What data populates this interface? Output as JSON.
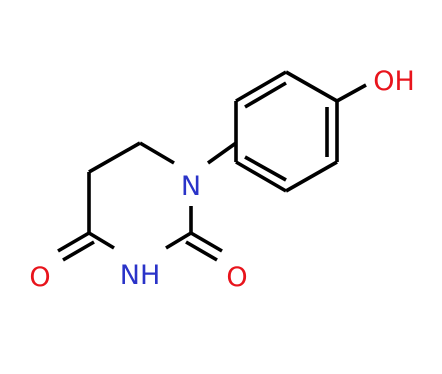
{
  "molecule": {
    "atoms": {
      "nitrogen_ring": "N",
      "nh": "NH",
      "oxygen_left": "O",
      "oxygen_right": "O",
      "hydroxyl": "OH"
    },
    "colors": {
      "bond": "#000000",
      "nitrogen": "#2a33c8",
      "oxygen": "#e8141c"
    }
  }
}
